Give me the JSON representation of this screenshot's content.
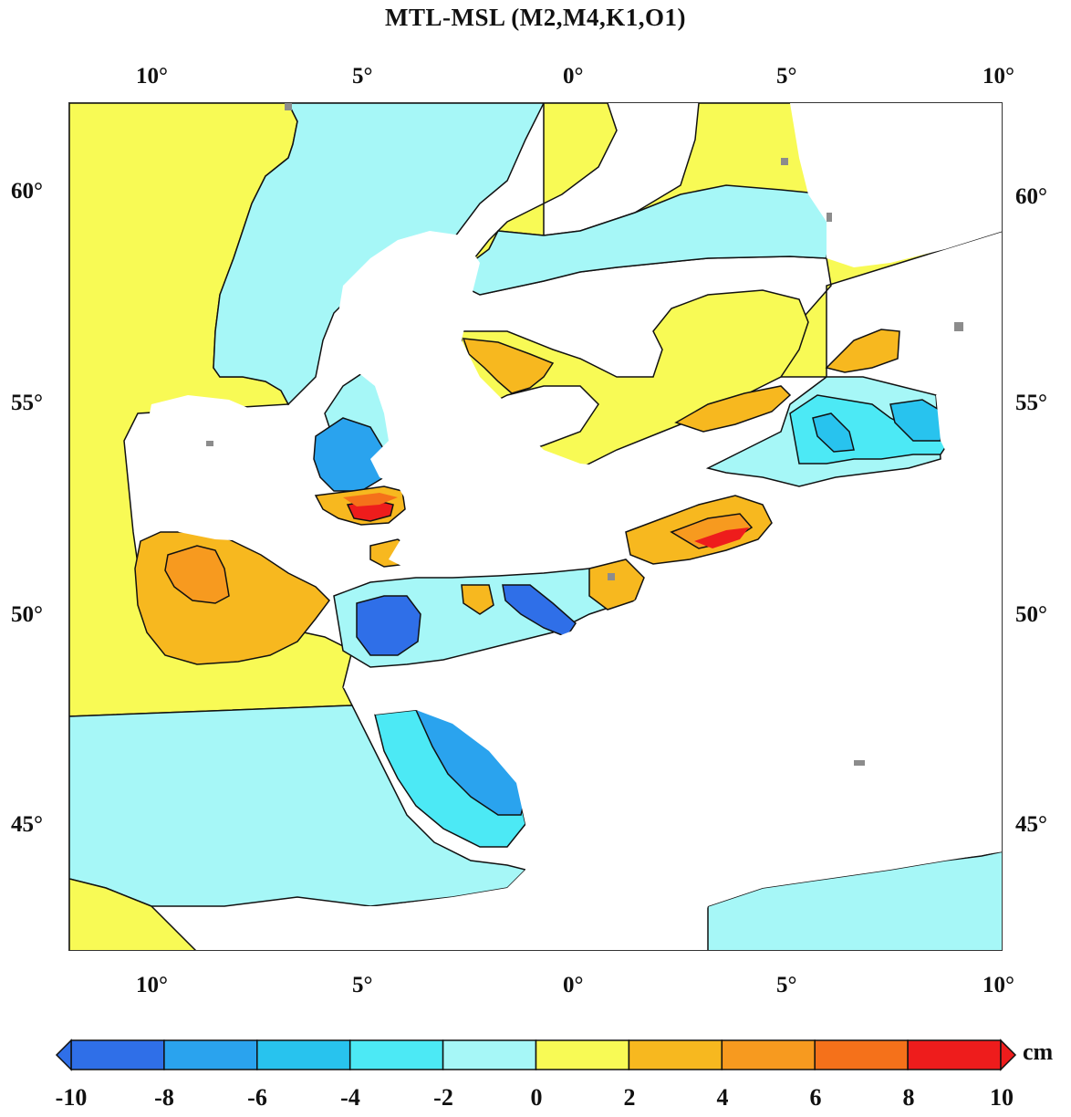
{
  "title": "MTL-MSL (M2,M4,K1,O1)",
  "longitude_labels_top": [
    "10°",
    "5°",
    "0°",
    "5°",
    "10°"
  ],
  "longitude_labels_bottom": [
    "10°",
    "5°",
    "0°",
    "5°",
    "10°"
  ],
  "latitude_labels_left": [
    "60°",
    "55°",
    "50°",
    "45°"
  ],
  "latitude_labels_right": [
    "60°",
    "55°",
    "50°",
    "45°"
  ],
  "colorbar": {
    "unit": "cm",
    "tick_labels": [
      "-10",
      "-8",
      "-6",
      "-4",
      "-2",
      "0",
      "2",
      "4",
      "6",
      "8",
      "10"
    ],
    "colors": [
      "#2f6fe8",
      "#2aa3ee",
      "#28c3ee",
      "#4ce9f5",
      "#a6f7f7",
      "#f8fa55",
      "#f7b81f",
      "#f79a1f",
      "#f5711a",
      "#ee1c1c"
    ],
    "over_color": "#ee1c1c",
    "under_color": "#2f6fe8"
  },
  "colors": {
    "land": "#ffffff",
    "dry_cells": "#8c8c8c",
    "contour_line": "#111111"
  }
}
